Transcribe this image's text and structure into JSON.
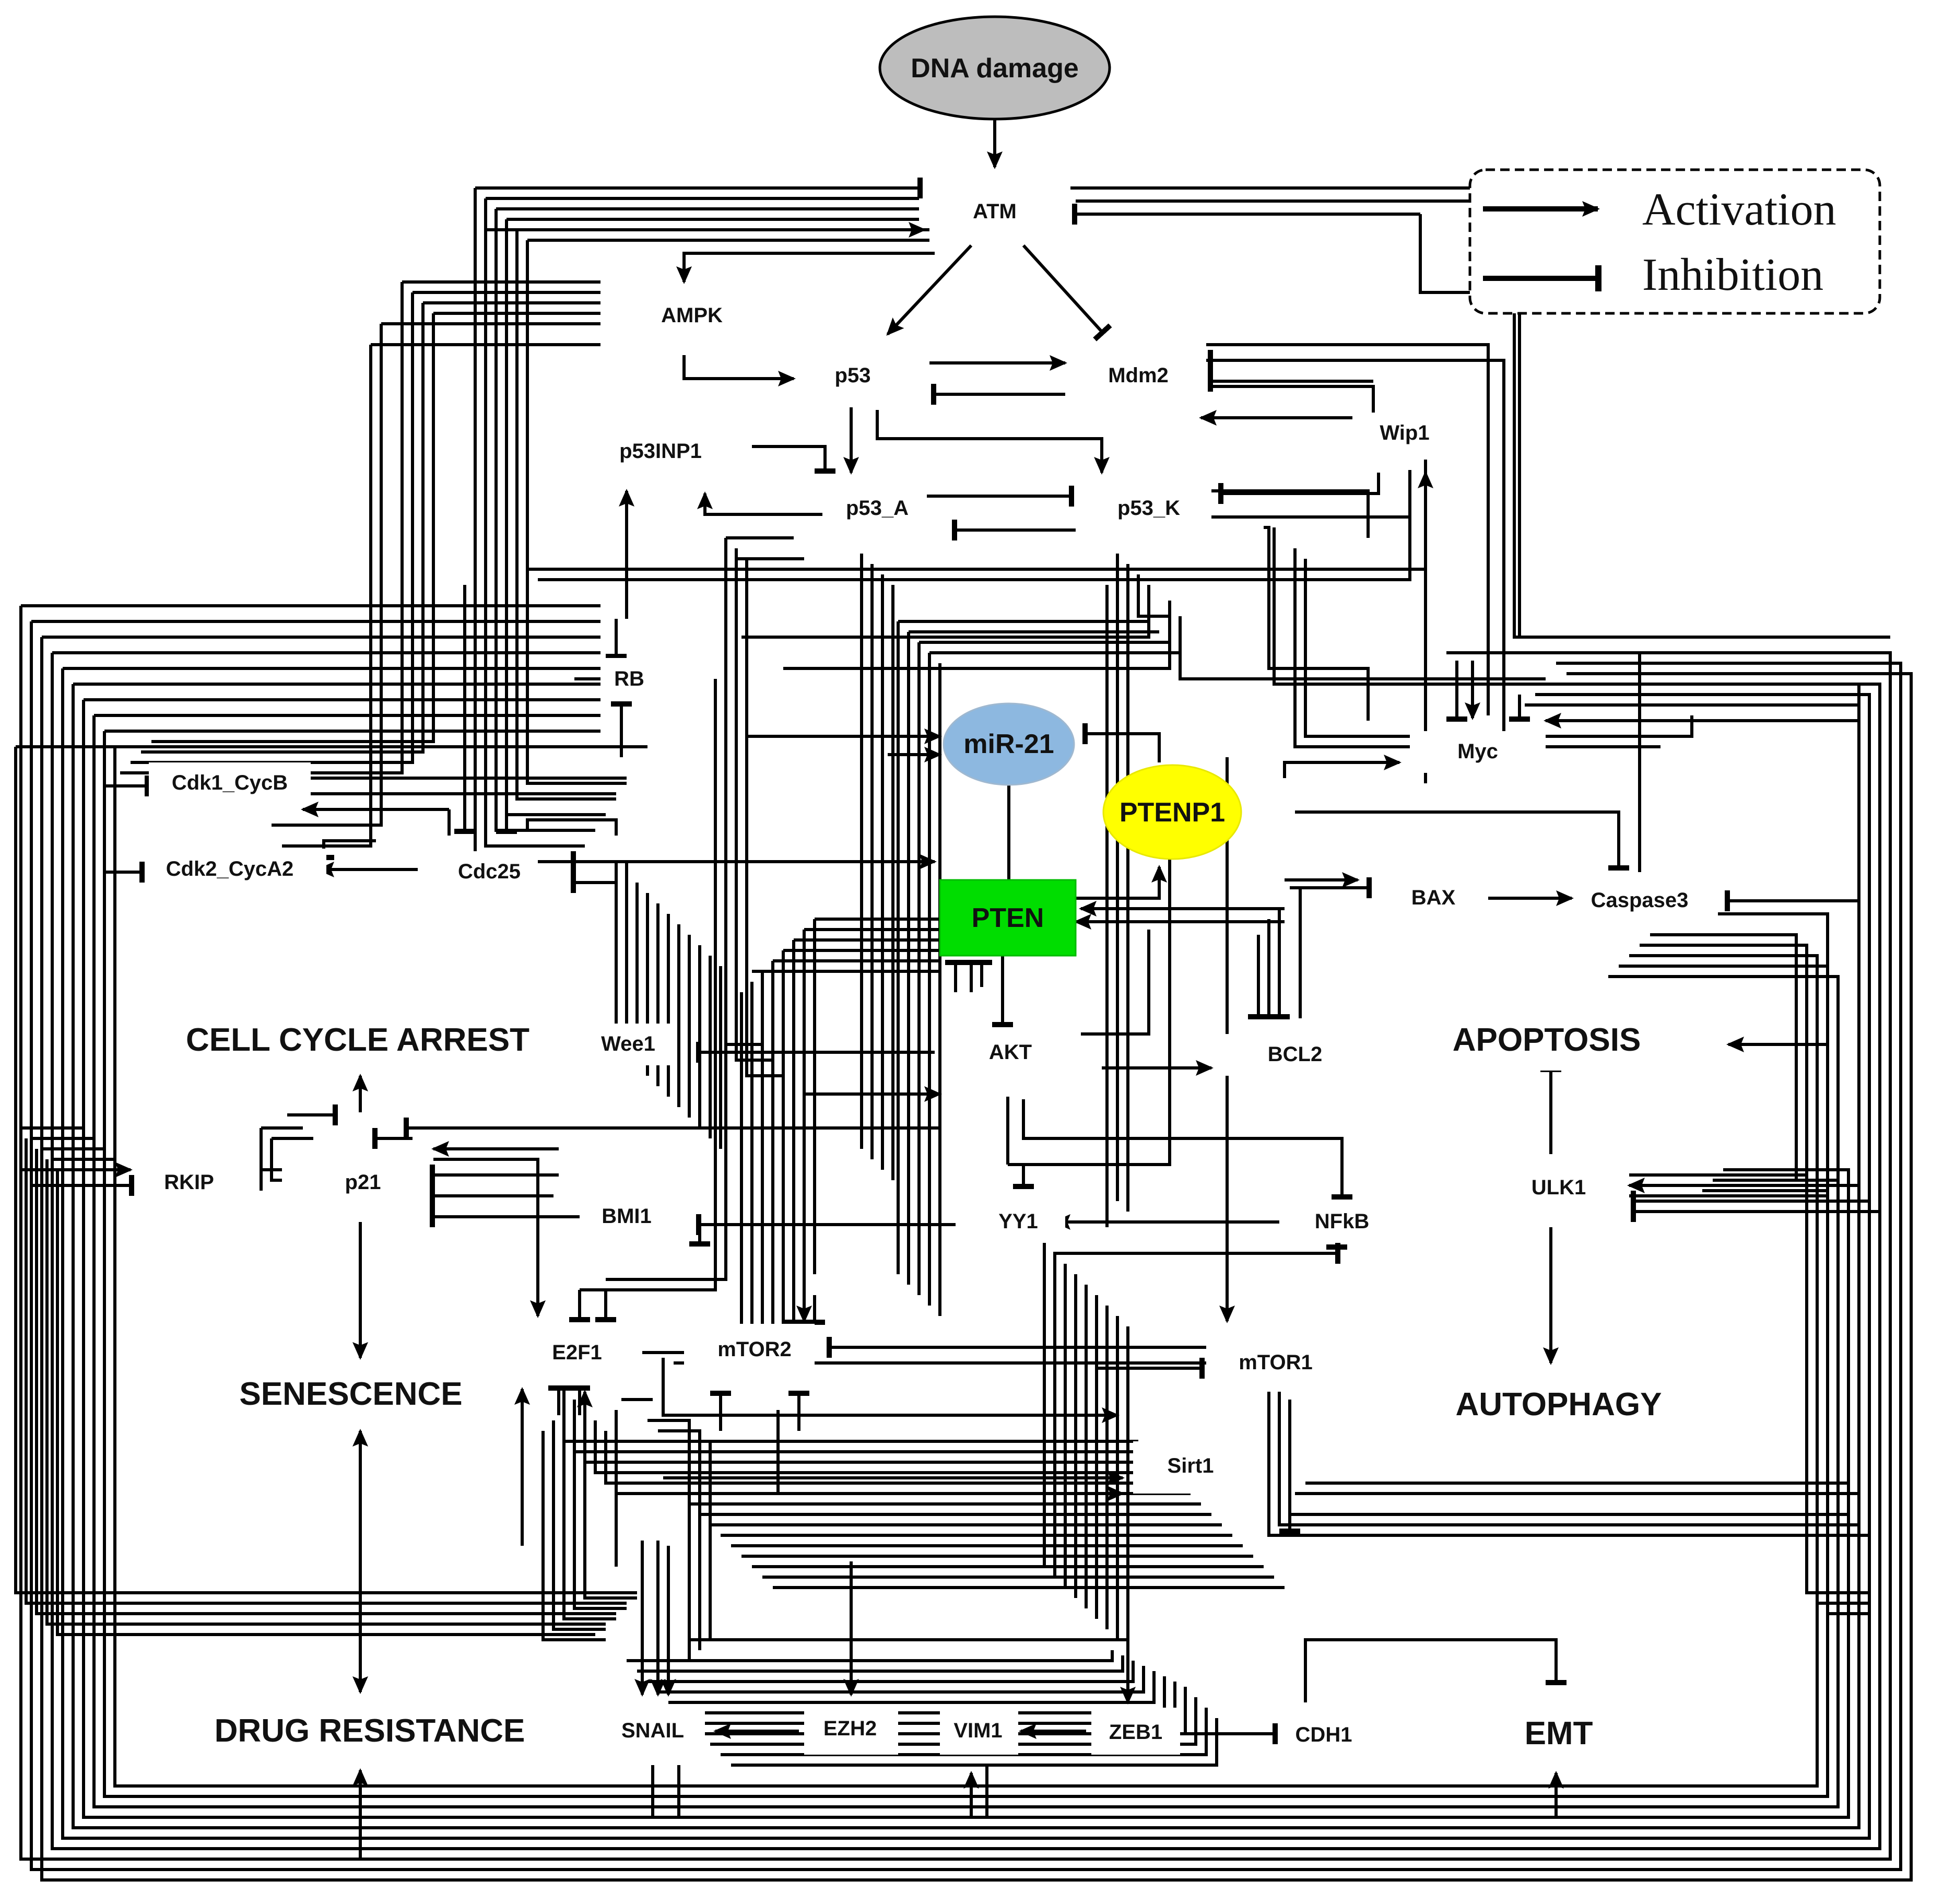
{
  "nodes": {
    "dna_damage": "DNA damage",
    "atm": "ATM",
    "ampk": "AMPK",
    "p53": "p53",
    "mdm2": "Mdm2",
    "wip1": "Wip1",
    "p53inp1": "p53INP1",
    "p53_a": "p53_A",
    "p53_k": "p53_K",
    "rb": "RB",
    "mir21": "miR-21",
    "ptenp1": "PTENP1",
    "myc": "Myc",
    "cdk1_cycb": "Cdk1_CycB",
    "cdk2_cyca2": "Cdk2_CycA2",
    "cdc25": "Cdc25",
    "pten": "PTEN",
    "bax": "BAX",
    "caspase3": "Caspase3",
    "wee1": "Wee1",
    "akt": "AKT",
    "bcl2": "BCL2",
    "rkip": "RKIP",
    "p21": "p21",
    "bmi1": "BMI1",
    "yy1": "YY1",
    "nfkb": "NFkB",
    "ulk1": "ULK1",
    "e2f1": "E2F1",
    "mtor2": "mTOR2",
    "mtor1": "mTOR1",
    "sirt1": "Sirt1",
    "snail": "SNAIL",
    "ezh2": "EZH2",
    "vim1": "VIM1",
    "zeb1": "ZEB1",
    "cdh1": "CDH1"
  },
  "outcomes": {
    "cell_cycle_arrest": "CELL CYCLE ARREST",
    "apoptosis": "APOPTOSIS",
    "senescence": "SENESCENCE",
    "autophagy": "AUTOPHAGY",
    "drug_resistance": "DRUG RESISTANCE",
    "emt": "EMT"
  },
  "legend": {
    "activation": "Activation",
    "inhibition": "Inhibition"
  },
  "colors": {
    "dna_damage_fill": "#bdbdbd",
    "mir21_fill": "#8db8e0",
    "ptenp1_fill": "#ffff00",
    "pten_fill": "#00dd00"
  }
}
